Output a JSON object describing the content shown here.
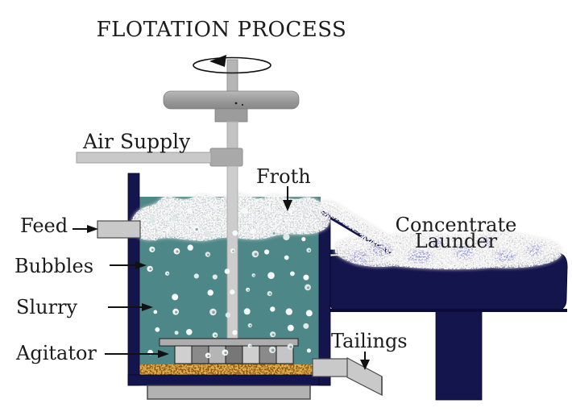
{
  "title": "FLOTATION PROCESS",
  "labels": {
    "air_supply": "Air Supply",
    "froth": "Froth",
    "feed": "Feed",
    "bubbles": "Bubbles",
    "slurry": "Slurry",
    "agitator": "Agitator",
    "tailings": "Tailings",
    "concentrate_line1": "Concentrate",
    "concentrate_line2": "Launder"
  },
  "colors": {
    "tank_navy": "#15154e",
    "slurry_teal": "#4e8787",
    "metal_gray": "#9c9c9c",
    "light_metal_gray": "#c9c9c9",
    "froth_gray": "#e2e2e2",
    "concentrate_blue": "#8f8fd9",
    "sediment_brown": "#8a5515",
    "text_dark": "#1c1c1c",
    "background": "#ffffff"
  }
}
